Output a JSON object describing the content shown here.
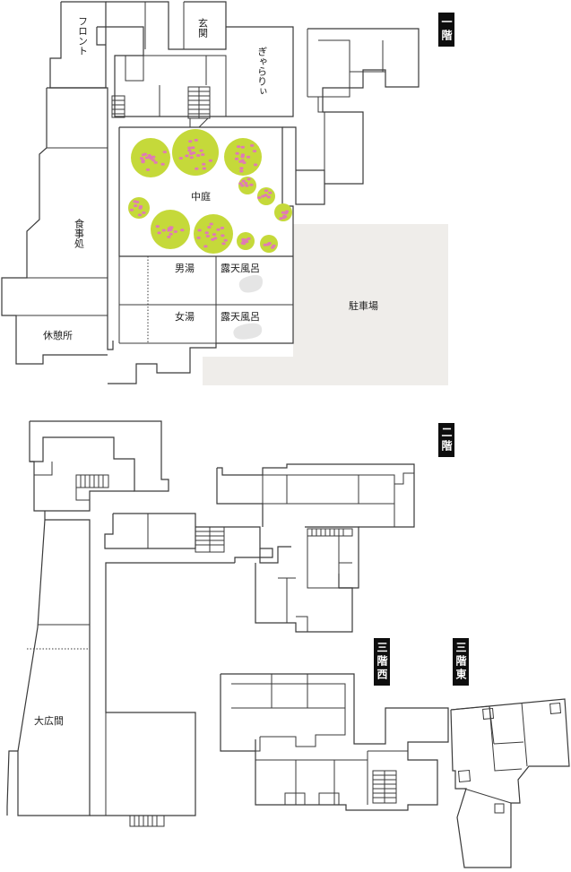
{
  "floors": {
    "first": "一階",
    "second": "二階",
    "third_west": "三階西",
    "third_east": "三階東"
  },
  "rooms": {
    "front": "フロント",
    "entrance": "玄関",
    "gallery": "ぎゃらりぃ",
    "dining": "食事処",
    "lounge": "休憩所",
    "courtyard": "中庭",
    "mens_bath": "男湯",
    "womens_bath": "女湯",
    "open_air_bath_1": "露天風呂",
    "open_air_bath_2": "露天風呂",
    "parking": "駐車場",
    "great_hall": "大広間"
  },
  "colors": {
    "tree_leaf": "#c5d93a",
    "tree_blossom": "#e07ab5",
    "parking_fill": "#efedea",
    "tag_bg": "#0e0e0e"
  }
}
